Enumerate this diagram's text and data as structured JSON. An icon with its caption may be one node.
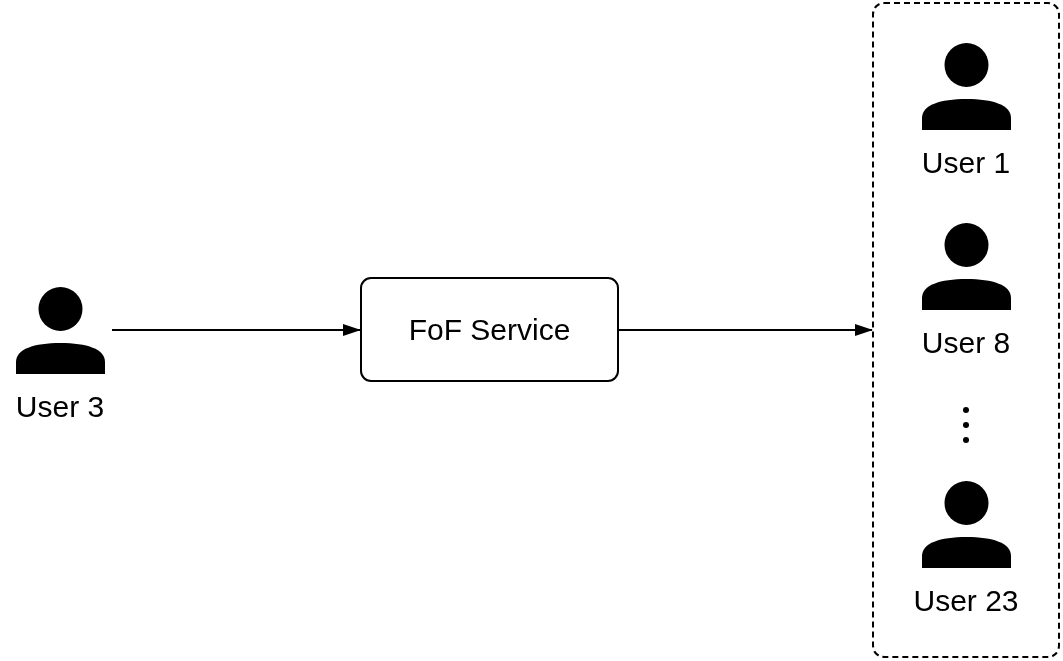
{
  "diagram": {
    "nodes": [
      {
        "text": [
          "User 3"
        ]
      },
      {
        "text": [
          "FoF Service"
        ]
      },
      {
        "text": [],
        "shape": "box"
      },
      {
        "text": [
          "User 1"
        ],
        "in": 2
      },
      {
        "text": [
          "User 8"
        ],
        "in": 2
      },
      {
        "text": [
          "User 23"
        ],
        "in": 2
      }
    ],
    "edges": [
      {
        "from": 0,
        "to": 1,
        "arrow": "to"
      },
      {
        "from": 1,
        "to": 2,
        "arrow": "to"
      }
    ]
  }
}
